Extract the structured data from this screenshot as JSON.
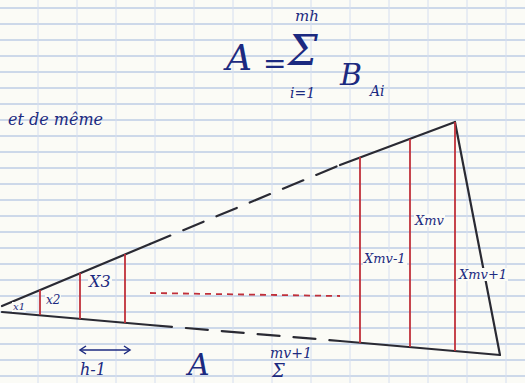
{
  "diagram": {
    "labels": [
      "A",
      "=",
      "mh",
      "Σ",
      "i=1",
      "B",
      "Ai",
      "et de même",
      "x1",
      "x2",
      "X3",
      "Xmv-1",
      "Xmv",
      "Xmv+1",
      "h-1",
      "A",
      "mv+1",
      "Σ"
    ]
  }
}
